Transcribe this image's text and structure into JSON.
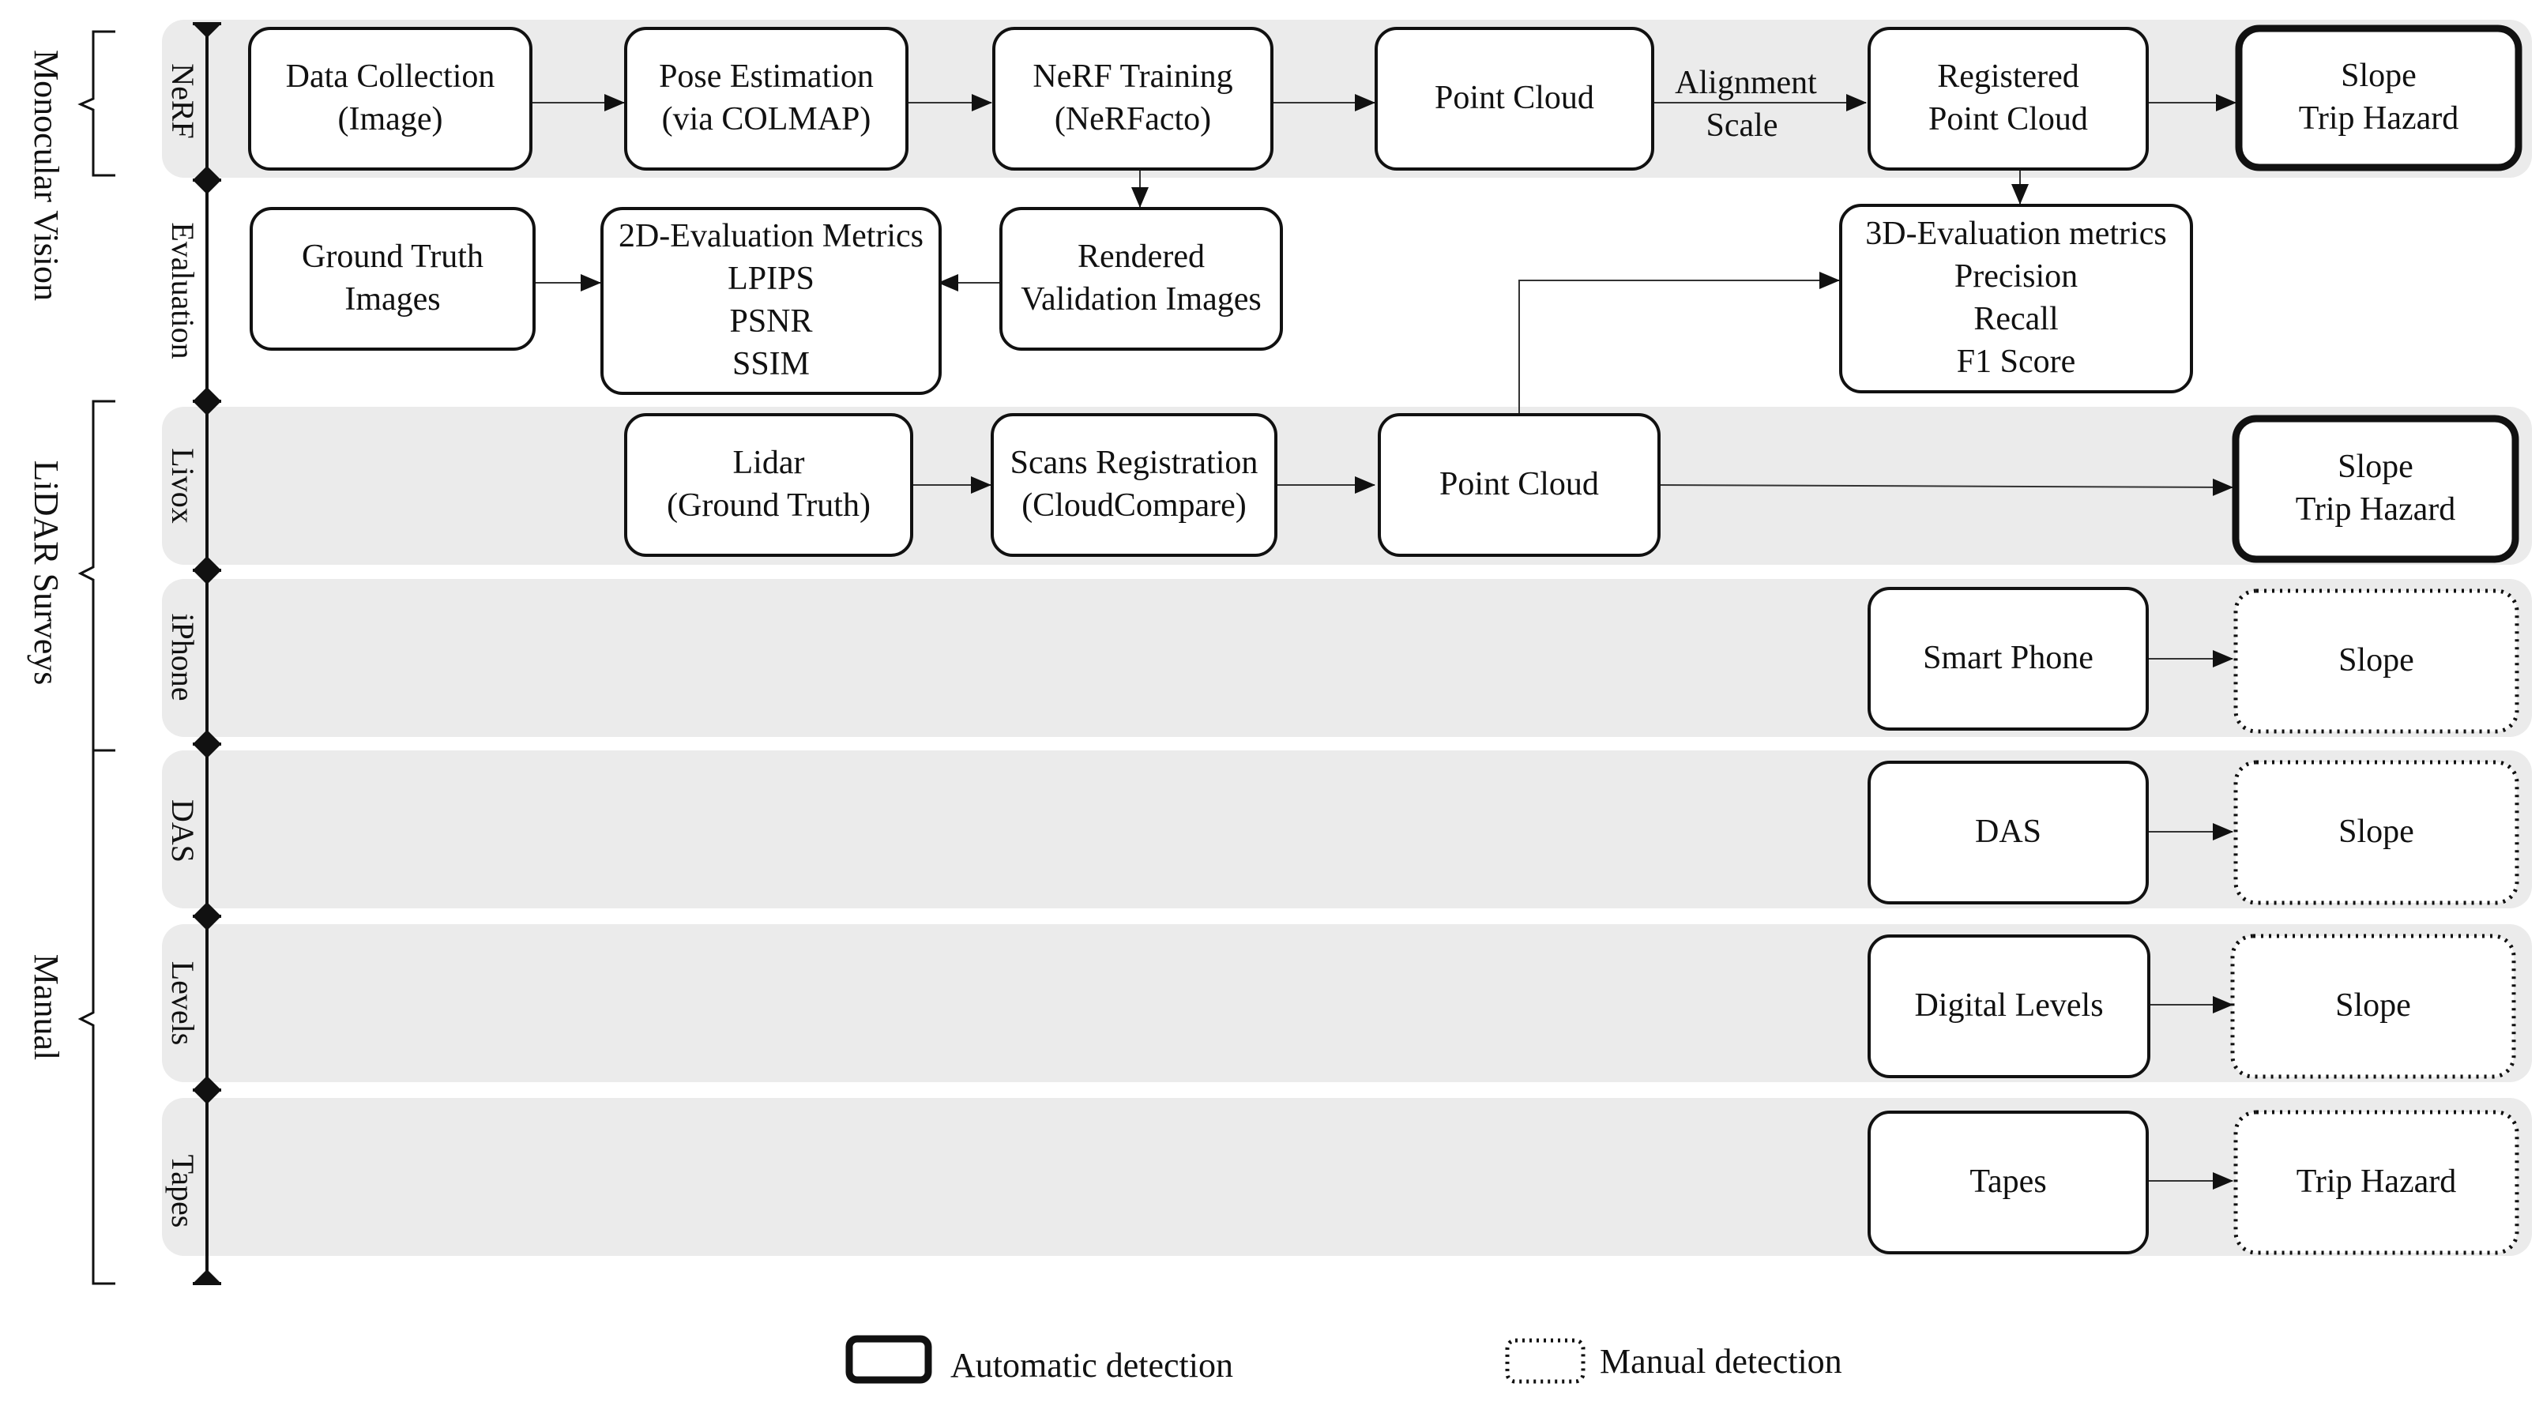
{
  "groups": {
    "monocular": "Monocular Vision",
    "lidar": "LiDAR Surveys",
    "manual": "Manual"
  },
  "lanes": {
    "nerf": "NeRF",
    "evaluation": "Evaluation",
    "livox": "Livox",
    "iphone": "iPhone",
    "das": "DAS",
    "levels": "Levels",
    "tapes": "Tapes"
  },
  "nodes": {
    "data_collection": [
      "Data Collection",
      "(Image)"
    ],
    "pose_estimation": [
      "Pose Estimation",
      "(via COLMAP)"
    ],
    "nerf_training": [
      "NeRF Training",
      "(NeRFacto)"
    ],
    "point_cloud_nerf": [
      "Point Cloud"
    ],
    "registered_point_cloud": [
      "Registered",
      "Point Cloud"
    ],
    "nerf_output": [
      "Slope",
      "Trip Hazard"
    ],
    "ground_truth_images": [
      "Ground Truth",
      "Images"
    ],
    "metrics_2d": [
      "2D-Evaluation Metrics",
      "LPIPS",
      "PSNR",
      "SSIM"
    ],
    "rendered_validation": [
      "Rendered",
      "Validation Images"
    ],
    "metrics_3d": [
      "3D-Evaluation metrics",
      "Precision",
      "Recall",
      "F1 Score"
    ],
    "lidar_gt": [
      "Lidar",
      "(Ground Truth)"
    ],
    "scans_registration": [
      "Scans Registration",
      "(CloudCompare)"
    ],
    "point_cloud_lidar": [
      "Point Cloud"
    ],
    "lidar_output": [
      "Slope",
      "Trip Hazard"
    ],
    "smart_phone": [
      "Smart Phone"
    ],
    "iphone_output": [
      "Slope"
    ],
    "das": [
      "DAS"
    ],
    "das_output": [
      "Slope"
    ],
    "digital_levels": [
      "Digital Levels"
    ],
    "levels_output": [
      "Slope"
    ],
    "tapes": [
      "Tapes"
    ],
    "tapes_output": [
      "Trip Hazard"
    ]
  },
  "edge_labels": {
    "alignment": [
      "Alignment",
      "Scale"
    ]
  },
  "legend": {
    "automatic": "Automatic detection",
    "manual": "Manual detection"
  }
}
